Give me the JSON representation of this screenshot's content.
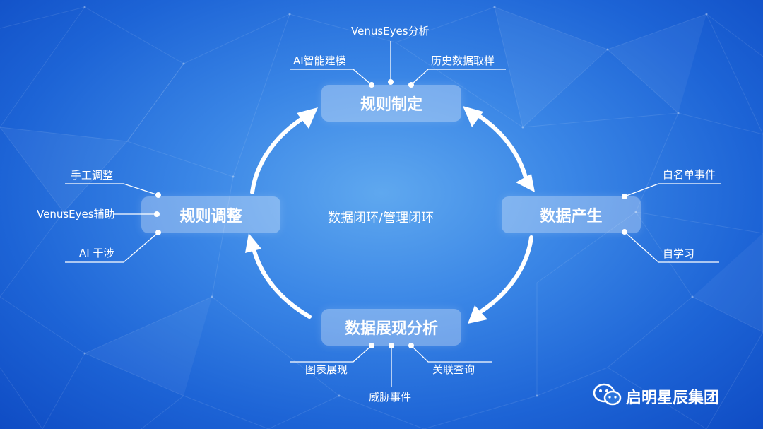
{
  "center_label": "数据闭环/管理闭环",
  "nodes": {
    "top": "规则制定",
    "right": "数据产生",
    "bottom": "数据展现分析",
    "left": "规则调整"
  },
  "labels": {
    "top": [
      "VenusEyes分析",
      "AI智能建模",
      "历史数据取样"
    ],
    "right": [
      "白名单事件",
      "自学习"
    ],
    "bottom": [
      "图表展现",
      "关联查询",
      "威胁事件"
    ],
    "left": [
      "手工调整",
      "VenusEyes辅助",
      "AI 干涉"
    ]
  },
  "brand": "启明星辰集团",
  "colors": {
    "bg_center": "#5fa8ef",
    "bg_edge": "#0f4cc4",
    "line": "#ffffff"
  }
}
